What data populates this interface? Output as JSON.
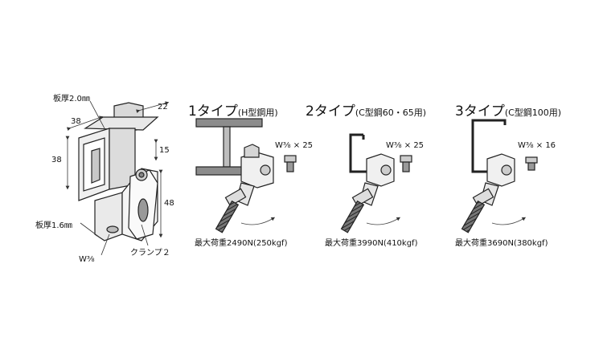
{
  "left_figure": {
    "plate_upper": "板厚2.0㎜",
    "plate_lower": "板厚1.6㎜",
    "dim_top_width": "38",
    "dim_bolt": "22",
    "dim_left_height": "38",
    "dim_gap": "15",
    "dim_right_height": "48",
    "bolt_spec": "W⅜",
    "clamp_label": "クランプ２"
  },
  "types": [
    {
      "num": "1タイプ",
      "sub": "(H型鋼用)",
      "bolt": "W⅜ × 25",
      "load": "最大荷重2490N(250kgf)"
    },
    {
      "num": "2タイプ",
      "sub": "(C型鋼60・65用)",
      "bolt": "W⅜ × 25",
      "load": "最大荷重3990N(410kgf)"
    },
    {
      "num": "3タイプ",
      "sub": "(C型鋼100用)",
      "bolt": "W⅜ × 16",
      "load": "最大荷重3690N(380kgf)"
    }
  ]
}
